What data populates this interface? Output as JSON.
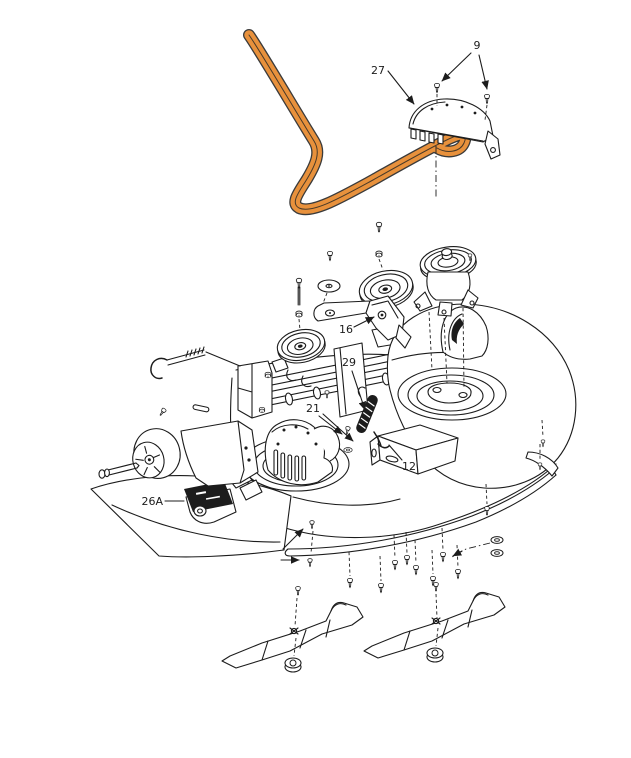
{
  "diagram": {
    "background": "#ffffff",
    "line_color": "#1c1c1c",
    "belt_highlight_color": "#E8913C",
    "callouts": [
      {
        "label": "27"
      },
      {
        "label": "9"
      },
      {
        "label": "16"
      },
      {
        "label": "29"
      },
      {
        "label": "21"
      },
      {
        "label": "12"
      },
      {
        "label": "26A"
      }
    ]
  }
}
